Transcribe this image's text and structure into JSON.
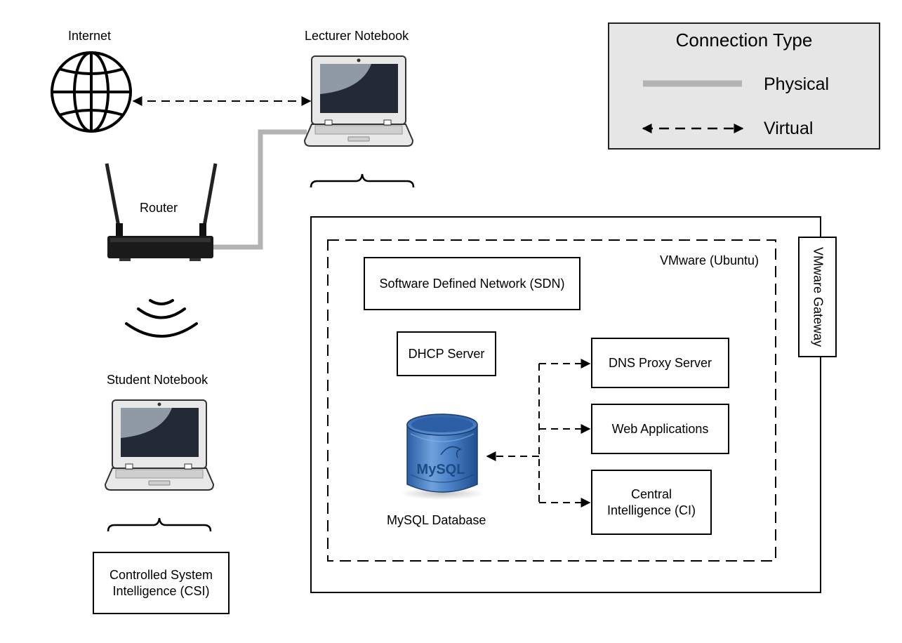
{
  "legend": {
    "title": "Connection Type",
    "physical": "Physical",
    "virtual": "Virtual",
    "colors": {
      "physical": "#b3b3b3",
      "virtual": "#000000",
      "background": "#e6e6e6"
    }
  },
  "nodes": {
    "internet": {
      "label": "Internet",
      "icon": "globe-icon"
    },
    "lecturer": {
      "label": "Lecturer Notebook",
      "icon": "laptop-icon"
    },
    "router": {
      "label": "Router",
      "icon": "router-icon"
    },
    "student": {
      "label": "Student Notebook",
      "icon": "laptop-icon"
    },
    "wifi": {
      "icon": "wifi-signal-icon"
    },
    "csi": {
      "line1": "Controlled System",
      "line2": "Intelligence (CSI)"
    },
    "vmware_ubuntu": {
      "label": "VMware (Ubuntu)"
    },
    "sdn": {
      "label": "Software Defined Network (SDN)"
    },
    "dhcp": {
      "label": "DHCP Server"
    },
    "dns": {
      "label": "DNS Proxy Server"
    },
    "webapps": {
      "label": "Web Applications"
    },
    "ci": {
      "line1": "Central",
      "line2": "Intelligence (CI)"
    },
    "mysql": {
      "label": "MySQL Database",
      "logo_text": "MySQL",
      "icon": "database-icon"
    },
    "gateway": {
      "label": "VMware Gateway"
    }
  }
}
